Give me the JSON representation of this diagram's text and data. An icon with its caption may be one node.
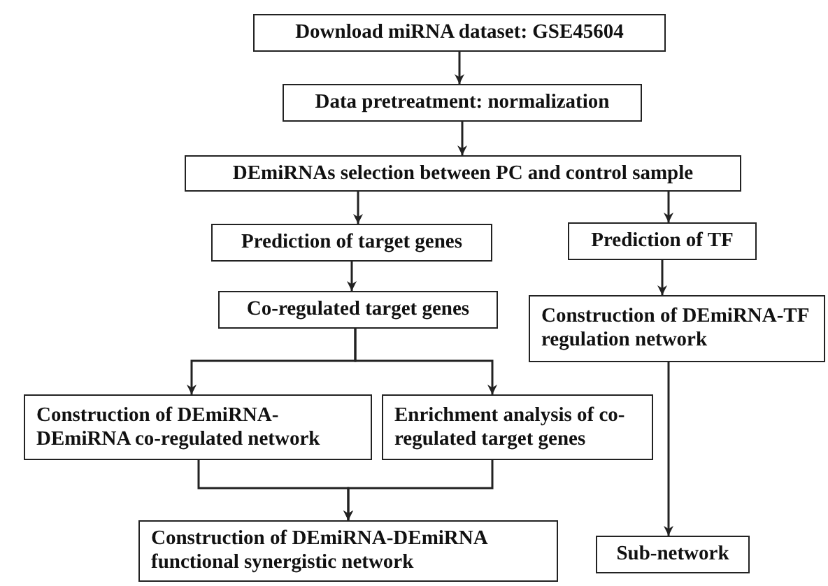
{
  "diagram": {
    "nodes": [
      {
        "text": [
          "Download miRNA dataset: GSE45604"
        ]
      },
      {
        "text": [
          "Data pretreatment: normalization"
        ]
      },
      {
        "text": [
          "DEmiRNAs selection between PC and control sample"
        ]
      },
      {
        "text": [
          "Prediction of target genes"
        ]
      },
      {
        "text": [
          "Prediction of TF"
        ]
      },
      {
        "text": [
          "Co-regulated target genes"
        ]
      },
      {
        "text": [
          "Construction of DEmiRNA-TF regulation network"
        ]
      },
      {
        "text": [
          "Construction of DEmiRNA-DEmiRNA co-regulated network"
        ]
      },
      {
        "text": [
          "Enrichment analysis of co-regulated target genes"
        ]
      },
      {
        "text": [
          "Construction of DEmiRNA-DEmiRNA functional synergistic network"
        ]
      },
      {
        "text": [
          "Sub-network"
        ]
      }
    ],
    "edges": [
      {
        "from": 0,
        "to": 1,
        "arrow": "to"
      },
      {
        "from": 1,
        "to": 2,
        "arrow": "to"
      },
      {
        "from": 2,
        "to": 3,
        "arrow": "to"
      },
      {
        "from": 2,
        "to": 4,
        "arrow": "to"
      },
      {
        "from": 3,
        "to": 5,
        "arrow": "to"
      },
      {
        "from": 4,
        "to": 6,
        "arrow": "to"
      },
      {
        "from": 5,
        "to": 7,
        "arrow": "to"
      },
      {
        "from": 5,
        "to": 8,
        "arrow": "to"
      },
      {
        "from": 6,
        "to": 10,
        "arrow": "to"
      },
      {
        "from": 7,
        "to": 9,
        "arrow": "to"
      },
      {
        "from": 8,
        "to": 9,
        "arrow": "to"
      }
    ]
  }
}
